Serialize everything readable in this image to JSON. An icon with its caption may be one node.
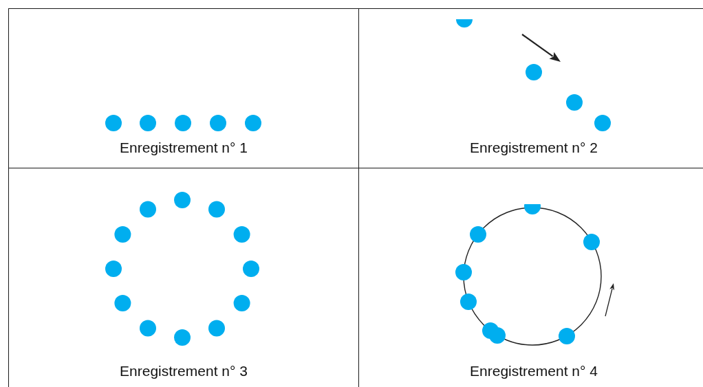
{
  "diagram": {
    "nodes": [
      {
        "text": [
          "Enregistrement n° 1"
        ]
      },
      {
        "text": [
          "Enregistrement n° 2"
        ]
      },
      {
        "text": [
          "Enregistrement n° 3"
        ]
      },
      {
        "text": [
          "Enregistrement n° 4"
        ]
      }
    ],
    "edges": []
  }
}
